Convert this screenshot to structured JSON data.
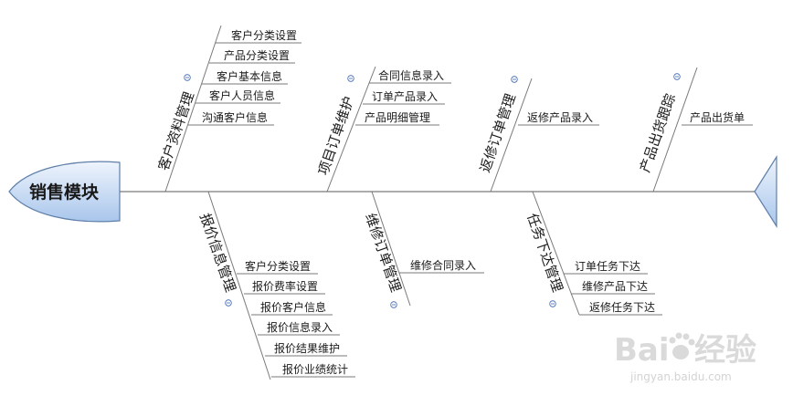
{
  "head": "销售模块",
  "branches": [
    {
      "label": "客户资料管理",
      "items": [
        "客户分类设置",
        "产品分类设置",
        "客户基本信息",
        "客户人员信息",
        "沟通客户信息"
      ]
    },
    {
      "label": "项目订单维护",
      "items": [
        "合同信息录入",
        "订单产品录入",
        "产品明细管理"
      ]
    },
    {
      "label": "返修订单管理",
      "items": [
        "返修产品录入"
      ]
    },
    {
      "label": "产品出货跟踪",
      "items": [
        "产品出货单"
      ]
    },
    {
      "label": "报价信息管理",
      "items": [
        "客户分类设置",
        "报价费率设置",
        "报价客户信息",
        "报价信息录入",
        "报价结果维护",
        "报价业绩统计"
      ]
    },
    {
      "label": "维修订单管理",
      "items": [
        "维修合同录入"
      ]
    },
    {
      "label": "任务下达管理",
      "items": [
        "订单任务下达",
        "维修产品下达",
        "返修任务下达"
      ]
    }
  ],
  "watermark": {
    "brand": "Bai",
    "brand_suffix": "经验",
    "url": "jingyan.baidu.com"
  },
  "colors": {
    "line": "#7a7a7a",
    "head_fill_top": "#eef4fc",
    "head_fill_bottom": "#a9c6ec",
    "head_stroke": "#5f7fa8",
    "collapse": "#3c64b4"
  }
}
